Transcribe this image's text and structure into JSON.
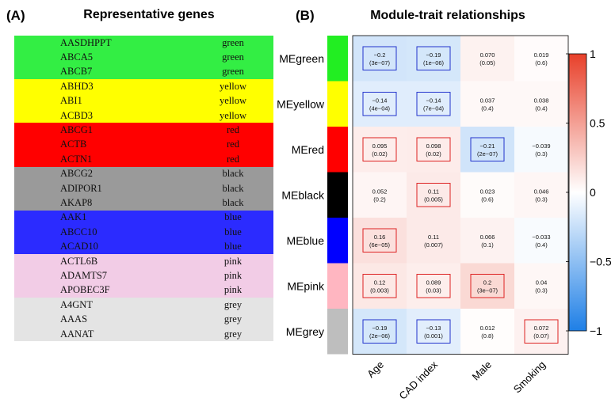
{
  "panel_a": {
    "label": "(A)",
    "title": "Representative genes",
    "rows": [
      {
        "gene": "AASDHPPT",
        "module": "green"
      },
      {
        "gene": "ABCA5",
        "module": "green"
      },
      {
        "gene": "ABCB7",
        "module": "green"
      },
      {
        "gene": "ABHD3",
        "module": "yellow"
      },
      {
        "gene": "ABI1",
        "module": "yellow"
      },
      {
        "gene": "ACBD3",
        "module": "yellow"
      },
      {
        "gene": "ABCG1",
        "module": "red"
      },
      {
        "gene": "ACTB",
        "module": "red"
      },
      {
        "gene": "ACTN1",
        "module": "red"
      },
      {
        "gene": "ABCG2",
        "module": "black"
      },
      {
        "gene": "ADIPOR1",
        "module": "black"
      },
      {
        "gene": "AKAP8",
        "module": "black"
      },
      {
        "gene": "AAK1",
        "module": "blue"
      },
      {
        "gene": "ABCC10",
        "module": "blue"
      },
      {
        "gene": "ACAD10",
        "module": "blue"
      },
      {
        "gene": "ACTL6B",
        "module": "pink"
      },
      {
        "gene": "ADAMTS7",
        "module": "pink"
      },
      {
        "gene": "APOBEC3F",
        "module": "pink"
      },
      {
        "gene": "A4GNT",
        "module": "grey"
      },
      {
        "gene": "AAAS",
        "module": "grey"
      },
      {
        "gene": "AANAT",
        "module": "grey"
      }
    ],
    "module_colors": {
      "green": "#33ee44",
      "yellow": "#ffff00",
      "red": "#ff0000",
      "black": "#9a9a9a",
      "blue": "#2b2bff",
      "pink": "#f2cce6",
      "grey": "#e4e4e4"
    }
  },
  "panel_b": {
    "label": "(B)"
  },
  "chart_data": {
    "type": "heatmap",
    "title": "Module-trait relationships",
    "rows": [
      "MEgreen",
      "MEyellow",
      "MEred",
      "MEblack",
      "MEblue",
      "MEpink",
      "MEgrey"
    ],
    "row_colors": [
      "#22ee22",
      "#ffff00",
      "#ff0000",
      "#000000",
      "#0000ff",
      "#ffb6c1",
      "#bebebe"
    ],
    "columns": [
      "Age",
      "CAD index",
      "Male",
      "Smoking"
    ],
    "values": [
      [
        -0.2,
        -0.19,
        0.07,
        0.019
      ],
      [
        -0.14,
        -0.14,
        0.037,
        0.038
      ],
      [
        0.095,
        0.098,
        -0.21,
        -0.039
      ],
      [
        0.052,
        0.11,
        0.023,
        0.046
      ],
      [
        0.16,
        0.11,
        0.066,
        -0.033
      ],
      [
        0.12,
        0.089,
        0.2,
        0.04
      ],
      [
        -0.19,
        -0.13,
        0.012,
        0.072
      ]
    ],
    "cell_labels": [
      [
        [
          "−0.2",
          "(3e−07)"
        ],
        [
          "−0.19",
          "(1e−06)"
        ],
        [
          "0.070",
          "(0.05)"
        ],
        [
          "0.019",
          "(0.6)"
        ]
      ],
      [
        [
          "−0.14",
          "(4e−04)"
        ],
        [
          "−0.14",
          "(7e−04)"
        ],
        [
          "0.037",
          "(0.4)"
        ],
        [
          "0.038",
          "(0.4)"
        ]
      ],
      [
        [
          "0.095",
          "(0.02)"
        ],
        [
          "0.098",
          "(0.02)"
        ],
        [
          "−0.21",
          "(2e−07)"
        ],
        [
          "−0.039",
          "(0.3)"
        ]
      ],
      [
        [
          "0.052",
          "(0.2)"
        ],
        [
          "0.11",
          "(0.005)"
        ],
        [
          "0.023",
          "(0.6)"
        ],
        [
          "0.046",
          "(0.3)"
        ]
      ],
      [
        [
          "0.16",
          "(6e−05)"
        ],
        [
          "0.11",
          "(0.007)"
        ],
        [
          "0.066",
          "(0.1)"
        ],
        [
          "−0.033",
          "(0.4)"
        ]
      ],
      [
        [
          "0.12",
          "(0.003)"
        ],
        [
          "0.089",
          "(0.03)"
        ],
        [
          "0.2",
          "(3e−07)"
        ],
        [
          "0.04",
          "(0.3)"
        ]
      ],
      [
        [
          "−0.19",
          "(2e−06)"
        ],
        [
          "−0.13",
          "(0.001)"
        ],
        [
          "0.012",
          "(0.8)"
        ],
        [
          "0.072",
          "(0.07)"
        ]
      ]
    ],
    "boxed": [
      [
        true,
        true,
        false,
        false
      ],
      [
        true,
        true,
        false,
        false
      ],
      [
        true,
        true,
        true,
        false
      ],
      [
        false,
        true,
        false,
        false
      ],
      [
        true,
        false,
        false,
        false
      ],
      [
        true,
        true,
        true,
        false
      ],
      [
        true,
        true,
        false,
        true
      ]
    ],
    "colorbar": {
      "min": -1,
      "max": 1,
      "ticks": [
        "1",
        "0.5",
        "0",
        "−0.5",
        "−1"
      ],
      "tick_values": [
        1,
        0.5,
        0,
        -0.5,
        -1
      ]
    },
    "scale": {
      "neg": "#1e7fe6",
      "mid": "#ffffff",
      "pos": "#e8402a"
    },
    "box_colors": {
      "neg": "#2233cc",
      "pos": "#dd2222"
    }
  }
}
